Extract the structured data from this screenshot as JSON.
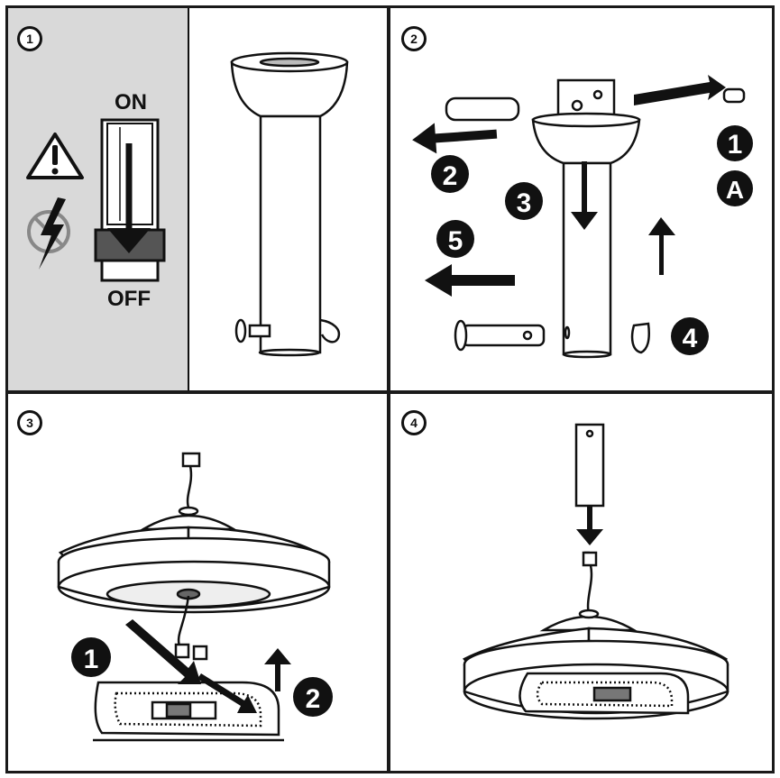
{
  "panels": [
    {
      "step": "1",
      "switch_on": "ON",
      "switch_off": "OFF"
    },
    {
      "step": "2",
      "callouts": [
        "1",
        "A",
        "2",
        "3",
        "4",
        "5"
      ]
    },
    {
      "step": "3",
      "callouts": [
        "1",
        "2"
      ]
    },
    {
      "step": "4"
    }
  ],
  "icons": [
    "warning-triangle-icon",
    "no-electricity-icon"
  ],
  "colors": {
    "ink": "#111111",
    "shaded_area": "#d9d9d9",
    "background": "#ffffff"
  }
}
